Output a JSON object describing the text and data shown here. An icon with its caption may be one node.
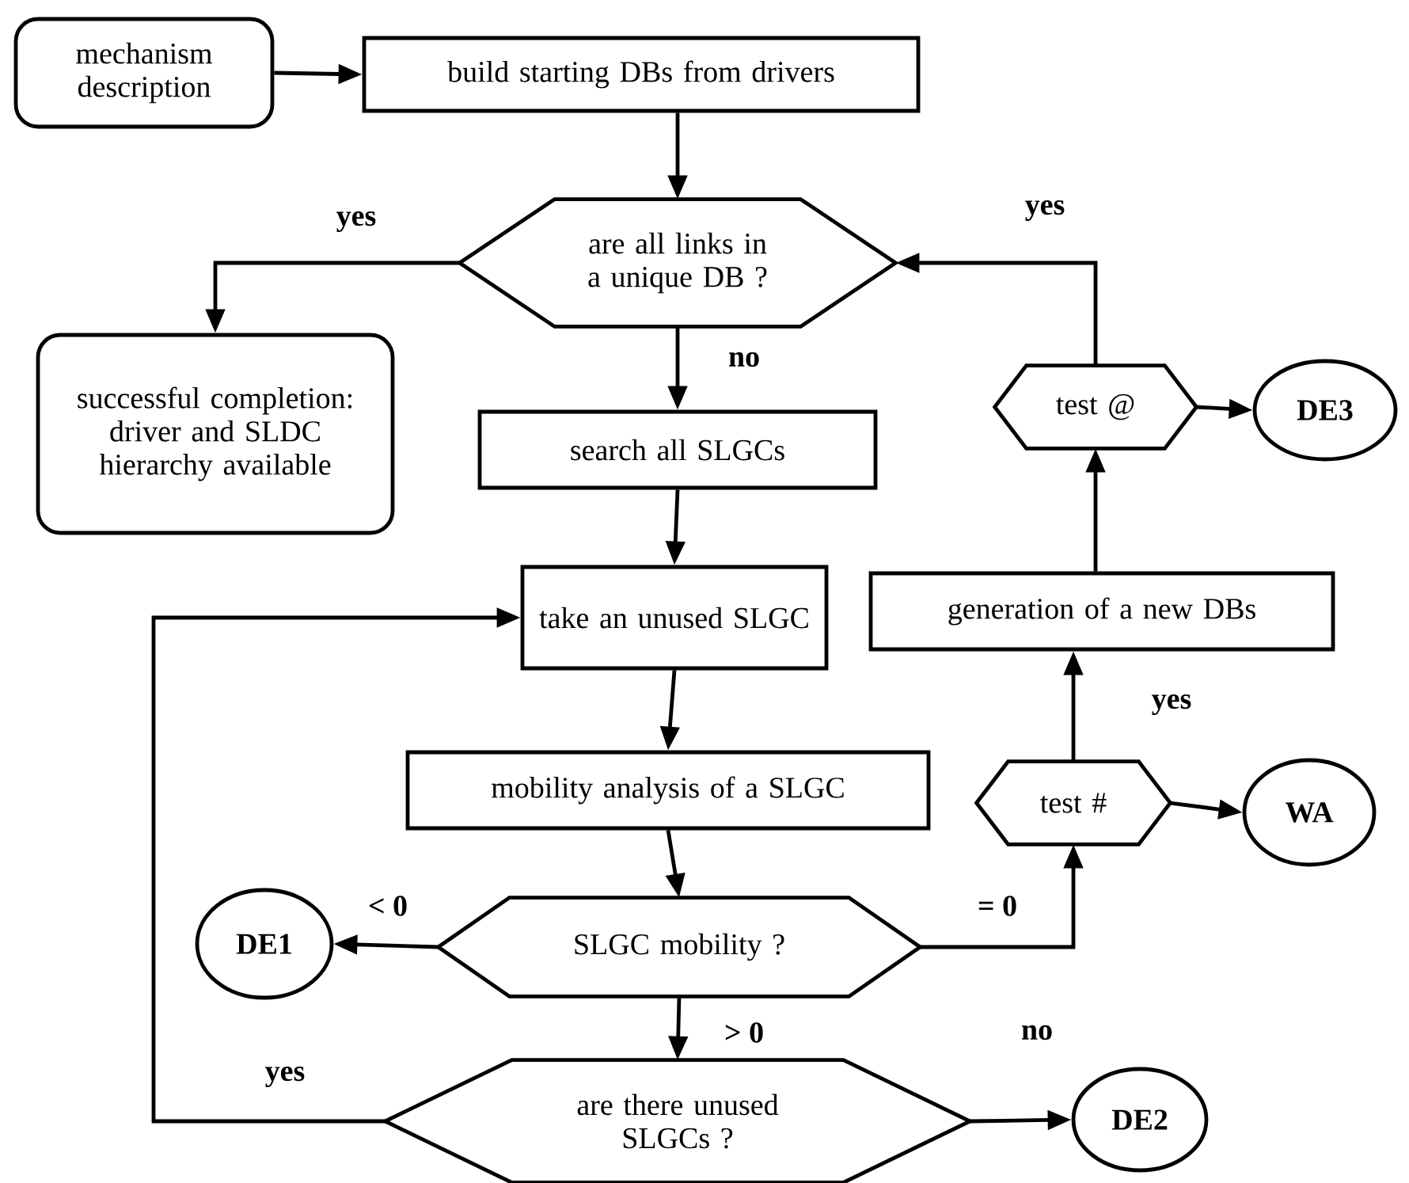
{
  "diagram": {
    "nodes": [
      {
        "text": [
          "mechanism description"
        ]
      },
      {
        "text": [
          "build starting DBs from drivers"
        ]
      },
      {
        "text": [
          "are all links in a unique DB ?"
        ]
      },
      {
        "text": [
          "successful completion: driver and SLDC hierarchy available"
        ]
      },
      {
        "text": [
          "search all SLGCs"
        ]
      },
      {
        "text": [
          "take an unused SLGC"
        ]
      },
      {
        "text": [
          "mobility analysis of a SLGC"
        ]
      },
      {
        "text": [
          "SLGC mobility ?"
        ]
      },
      {
        "text": [
          "DE1"
        ]
      },
      {
        "text": [
          "are there unused SLGCs ?"
        ]
      },
      {
        "text": [
          "DE2"
        ]
      },
      {
        "text": [
          "test #"
        ]
      },
      {
        "text": [
          "WA"
        ]
      },
      {
        "text": [
          "generation of a new DBs"
        ]
      },
      {
        "text": [
          "test @"
        ]
      },
      {
        "text": [
          "DE3"
        ]
      }
    ],
    "edges": [
      {
        "from": 0,
        "to": 1,
        "arrow": "to"
      },
      {
        "from": 1,
        "to": 2,
        "arrow": "to"
      },
      {
        "from": 2,
        "to": 3,
        "arrow": "to",
        "label": "yes"
      },
      {
        "from": 2,
        "to": 4,
        "arrow": "to",
        "label": "no"
      },
      {
        "from": 4,
        "to": 5,
        "arrow": "to"
      },
      {
        "from": 5,
        "to": 6,
        "arrow": "to"
      },
      {
        "from": 6,
        "to": 7,
        "arrow": "to"
      },
      {
        "from": 7,
        "to": 8,
        "arrow": "to",
        "label": "< 0"
      },
      {
        "from": 7,
        "to": 9,
        "arrow": "to",
        "label": "> 0"
      },
      {
        "from": 7,
        "to": 11,
        "arrow": "to",
        "label": "= 0"
      },
      {
        "from": 9,
        "to": 5,
        "arrow": "to",
        "label": "yes"
      },
      {
        "from": 9,
        "to": 10,
        "arrow": "to",
        "label": "no"
      },
      {
        "from": 11,
        "to": 12,
        "arrow": "to"
      },
      {
        "from": 11,
        "to": 13,
        "arrow": "to",
        "label": "yes"
      },
      {
        "from": 13,
        "to": 14,
        "arrow": "to"
      },
      {
        "from": 14,
        "to": 15,
        "arrow": "to"
      },
      {
        "from": 14,
        "to": 2,
        "arrow": "to",
        "label": "yes"
      }
    ]
  }
}
